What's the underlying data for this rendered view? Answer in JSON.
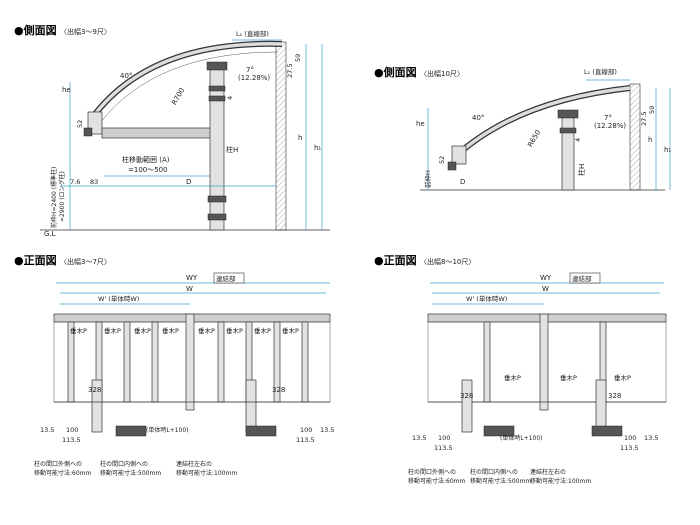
{
  "titles": {
    "side_small": "●側面図",
    "side_small_note": "〈出幅3～9尺〉",
    "side_large": "●側面図",
    "side_large_note": "〈出幅10尺〉",
    "front_small": "●正面図",
    "front_small_note": "〈出幅3～7尺〉",
    "front_large": "●正面図",
    "front_large_note": "〈出幅8～10尺〉"
  },
  "side_small": {
    "l1": "L₁ (直線部)",
    "d59": "59",
    "d275": "27.5",
    "angle": "40°",
    "slope": "7°",
    "slope_pct": "(12.28%)",
    "radius": "R700",
    "d52": "52",
    "d4": "4",
    "he": "he",
    "h": "h",
    "h1": "h₁",
    "post_h": "柱H",
    "move_label": "柱移動範囲 (A)",
    "move_range": "=100～500",
    "d76": "7.6",
    "d83": "83",
    "D": "D",
    "front_h": "前枠H=2400 (標準柱)",
    "front_h2": "=2900 (ロング柱)",
    "gl": "G.L"
  },
  "side_large": {
    "l1": "L₁ (直線部)",
    "d59": "59",
    "d275": "27.5",
    "angle": "40°",
    "slope": "7°",
    "slope_pct": "(12.28%)",
    "radius": "R650",
    "d52": "52",
    "d4": "4",
    "he": "he",
    "h": "h",
    "h1": "h₁",
    "post_h": "柱H",
    "front_h": "前枠H",
    "D": "D"
  },
  "front_small": {
    "wy": "WY",
    "w": "W",
    "w1": "W' (単体時W)",
    "joint": "連結部",
    "rafter": "垂木P",
    "d328": "328",
    "d135": "13.5",
    "d100": "100",
    "d1135": "113.5",
    "single": "(単体時L+100)",
    "note1a": "柱の間口外側への",
    "note1b": "移動可能寸法:60mm",
    "note2a": "柱の間口内側への",
    "note2b": "移動可能寸法:500mm",
    "note3a": "連結柱左右の",
    "note3b": "移動可能寸法:100mm"
  },
  "front_large": {
    "wy": "WY",
    "w": "W",
    "w1": "W' (単体時W)",
    "joint": "連結部",
    "rafter": "垂木P",
    "d328": "328",
    "d135": "13.5",
    "d100": "100",
    "d1135": "113.5",
    "single": "(単体時L+100)",
    "note1a": "柱の間口外側への",
    "note1b": "移動可能寸法:60mm",
    "note2a": "柱の間口内側への",
    "note2b": "移動可能寸法:500mm",
    "note3a": "連結柱左右の",
    "note3b": "移動可能寸法:100mm"
  }
}
